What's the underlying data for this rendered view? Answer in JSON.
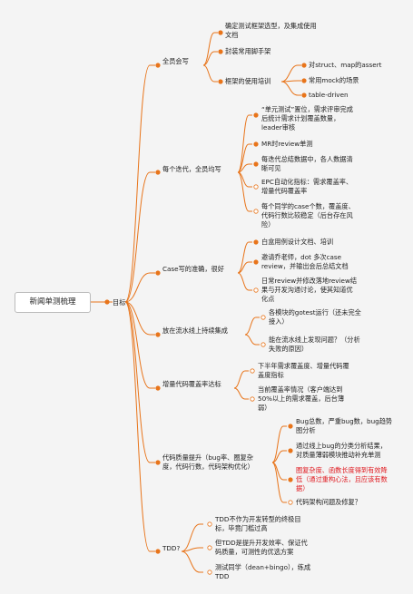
{
  "root": "新闻单测梳理",
  "goal": "目标",
  "branches": [
    {
      "label": "全员会写",
      "children": [
        {
          "lines": [
            "确定测试框架选型，及集成使用",
            "文档"
          ]
        },
        {
          "lines": [
            "封装常用脚手架"
          ]
        },
        {
          "lines": [
            "框架的使用培训"
          ],
          "children": [
            {
              "lines": [
                "对struct、map的assert"
              ]
            },
            {
              "lines": [
                "常用mock的场景"
              ]
            },
            {
              "lines": [
                "table-driven"
              ]
            }
          ]
        }
      ]
    },
    {
      "label": "每个迭代，全员均写",
      "children": [
        {
          "lines": [
            "“单元测试”置位，需求评审完成",
            "后统计需求计划覆盖数量，",
            "leader审核"
          ]
        },
        {
          "lines": [
            "MR时review单测"
          ]
        },
        {
          "lines": [
            "每迭代总结数据中，各人数据清",
            "晰可见"
          ]
        },
        {
          "lines": [
            "EPC自动化指标：需求覆盖率、",
            "增量代码覆盖率"
          ]
        },
        {
          "lines": [
            "每个同学的case个数，覆盖度、",
            "代码行数比较稳定（后台存在风",
            "险）"
          ]
        }
      ]
    },
    {
      "label": "Case写的准确，很好",
      "children": [
        {
          "lines": [
            "白盒用例设计文档、培训"
          ]
        },
        {
          "lines": [
            "邀请乔老师，dot 多次case",
            "review，并输出会后总结文档"
          ]
        },
        {
          "lines": [
            "日常review并修改落地review结",
            "果与开发沟通讨论，使其知道优",
            "化点"
          ]
        }
      ]
    },
    {
      "label": "放在流水线上持续集成",
      "children": [
        {
          "lines": [
            "各模块的gotest运行（还未完全",
            "接入）"
          ]
        },
        {
          "lines": [
            "能在流水线上发现问题？（分析",
            "失败的原因）"
          ]
        }
      ]
    },
    {
      "label": "增量代码覆盖率达标",
      "children": [
        {
          "lines": [
            "下半年需求覆盖度、增量代码覆",
            "盖度指标"
          ]
        },
        {
          "lines": [
            "当前覆盖率情况（客户端达到",
            "50%以上的需求覆盖，后台薄",
            "弱）"
          ]
        }
      ]
    },
    {
      "label": "代码质量提升（bug率、圈复杂",
      "label2": "度，代码行数，代码架构优化）",
      "children": [
        {
          "lines": [
            "Bug总数，严重bug数，bug趋势",
            "图分析"
          ]
        },
        {
          "lines": [
            "通过线上bug的分类分析结果，",
            "对质量薄弱模块推动补充单测"
          ]
        },
        {
          "lines": [
            "圈复杂度、函数长度得到有效降",
            "低（通过重构心法，且应该有数",
            "据）"
          ],
          "highlight": true
        },
        {
          "lines": [
            "代码架构问题及修复？"
          ]
        }
      ]
    },
    {
      "label": "TDD?",
      "children": [
        {
          "lines": [
            "TDD不作为开发转型的终极目",
            "标，毕竟门槛过高"
          ]
        },
        {
          "lines": [
            "但TDD是提升开发效率、保证代",
            "码质量，可测性的优选方案"
          ]
        },
        {
          "lines": [
            "测试同学（dean+bingo），练成",
            "TDD"
          ]
        }
      ]
    }
  ],
  "colors": {
    "line": "#e8741a",
    "highlight": "#e0191f"
  }
}
